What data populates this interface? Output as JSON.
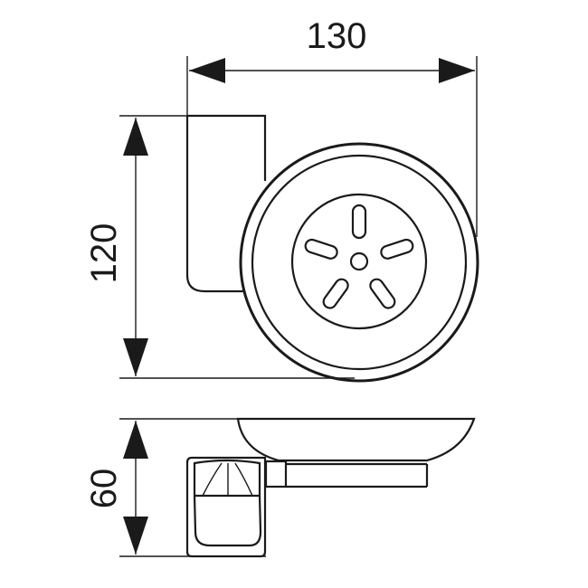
{
  "dimensions": {
    "width": "130",
    "height": "120",
    "depth": "60"
  },
  "colors": {
    "line": "#1a1a1a",
    "background": "#ffffff"
  }
}
